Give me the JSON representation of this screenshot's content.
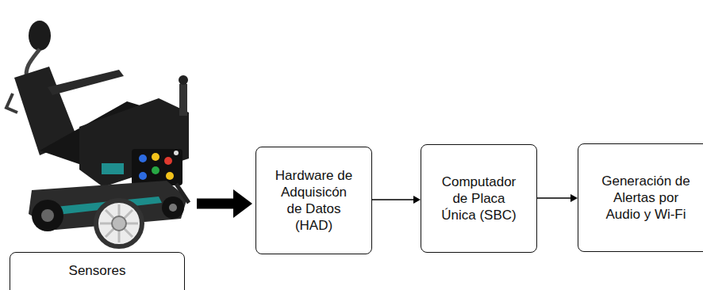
{
  "diagram": {
    "nodes": [
      {
        "text": [
          "Sensores"
        ]
      },
      {
        "text": [
          "Hardware de Adquisicón de Datos (HAD)"
        ]
      },
      {
        "text": [
          "Computador de Placa Única (SBC)"
        ]
      },
      {
        "text": [
          "Generación de Alertas por Audio y Wi-Fi"
        ]
      }
    ],
    "edges": [
      {
        "from": 0,
        "to": 1,
        "arrow": "to"
      },
      {
        "from": 1,
        "to": 2,
        "arrow": "to"
      },
      {
        "from": 2,
        "to": 3,
        "arrow": "to"
      }
    ]
  }
}
